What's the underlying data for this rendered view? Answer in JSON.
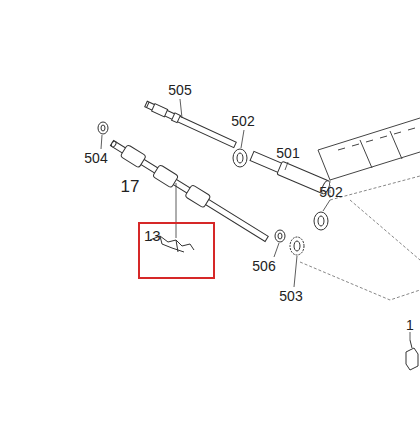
{
  "diagram": {
    "nodes": [
      {
        "text": [
          "13"
        ]
      }
    ],
    "labels": [
      "505",
      "502",
      "504",
      "501",
      "502",
      "17",
      "506",
      "503",
      "1"
    ]
  }
}
